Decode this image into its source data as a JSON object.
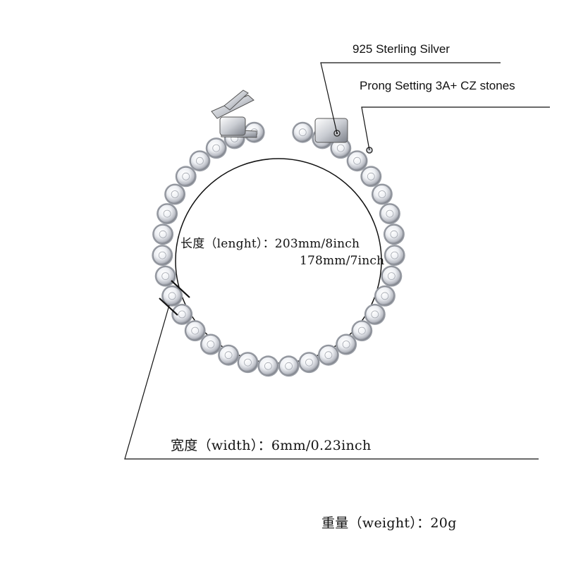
{
  "annotations": {
    "material": "925 Sterling Silver",
    "setting": "Prong Setting 3A+ CZ stones",
    "length_line1": "长度（lenght）：203mm/8inch",
    "length_line2": "178mm/7inch",
    "width": "宽度（width）：6mm/0.23inch",
    "weight": "重量（weight）：20g"
  },
  "colors": {
    "background": "#ffffff",
    "line": "#111111",
    "silver": "#d8d8dc"
  },
  "product": {
    "image_alt": "silver tennis bracelet with round cubic zirconia stones and box clasp"
  }
}
